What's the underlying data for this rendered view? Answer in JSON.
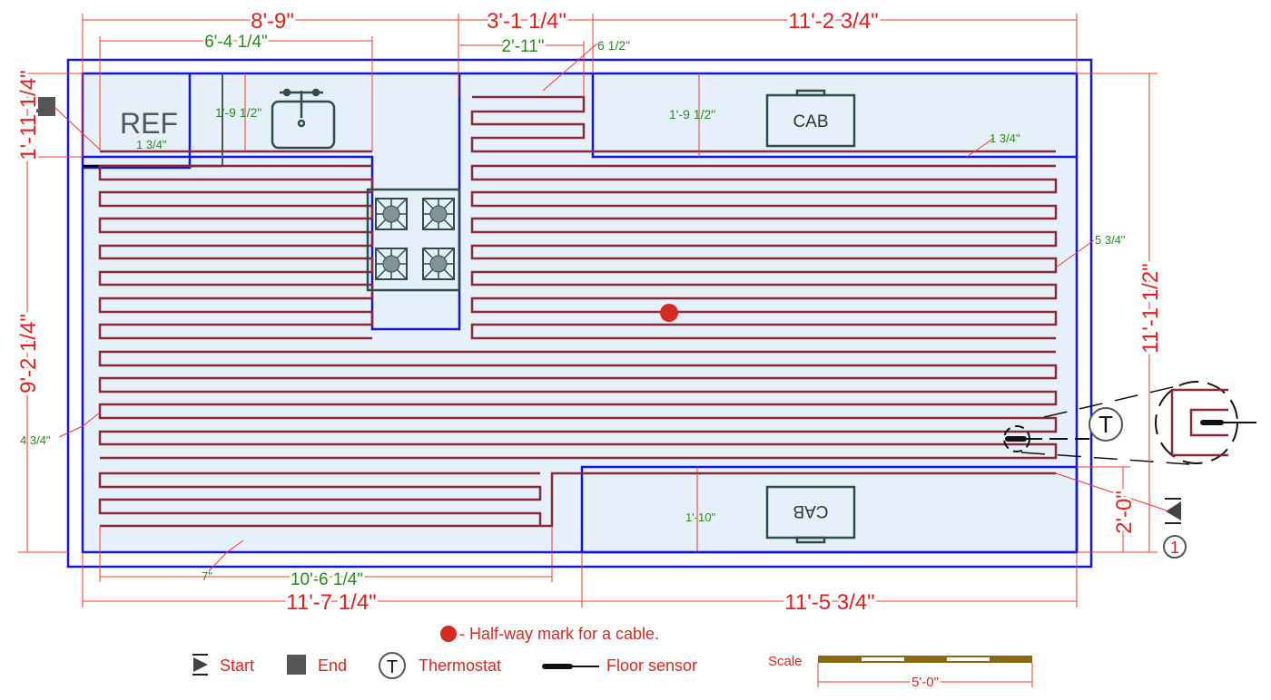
{
  "colors": {
    "cable": "#8b2a35",
    "wall": "#1515d8",
    "dimension": "#e0201c",
    "subdimension": "#2a8a1e",
    "floor": "#e6f0fb",
    "halfway": "#d42a22"
  },
  "labels": {
    "ref": "REF",
    "cab_top": "CAB",
    "cab_bottom": "CAB",
    "thermostat_symbol": "T",
    "start_number": "1"
  },
  "dimensions": {
    "top_left": "8'-9\"",
    "top_mid": "3'-1 1/4\"",
    "top_right": "11'-2 3/4\"",
    "left_top": "1'-11 1/4\"",
    "left_bottom": "9'-2 1/4\"",
    "right_total": "11'-1 1/2\"",
    "right_small": "2'-0\"",
    "bottom_left": "11'-7 1/4\"",
    "bottom_right": "11'-5 3/4\""
  },
  "subdimensions": {
    "cable_top_left": "6'-4 1/4\"",
    "cable_top_mid": "2'-11\"",
    "offset_top_mid": "6 1/2\"",
    "counter_left": "1'-9 1/2\"",
    "counter_right": "1'-9 1/2\"",
    "offset_ref": "1 3/4\"",
    "offset_right_top": "1 3/4\"",
    "offset_right": "5 3/4\"",
    "offset_left": "4 3/4\"",
    "cab_bottom_depth": "1'-10\"",
    "offset_bottom": "7\"",
    "cable_bottom": "10'-6 1/4\""
  },
  "legend": {
    "halfway": "- Half-way mark for a cable.",
    "start": "Start",
    "end": "End",
    "thermostat": "Thermostat",
    "thermostat_symbol": "T",
    "floor_sensor": "Floor sensor",
    "scale": "Scale",
    "scale_length": "5'-0\""
  }
}
